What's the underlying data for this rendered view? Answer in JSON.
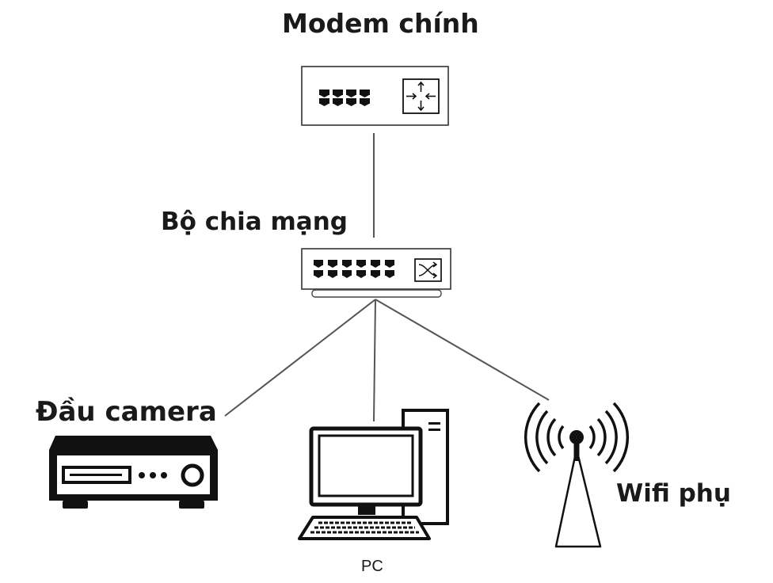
{
  "diagram": {
    "modem_label": "Modem chính",
    "switch_label": "Bộ chia mạng",
    "dvr_label": "Đầu camera",
    "pc_label": "PC",
    "wifi_label": "Wifi phụ"
  },
  "icons": {
    "modem": "router-icon",
    "switch": "network-switch-icon",
    "dvr": "dvr-recorder-icon",
    "pc": "desktop-computer-icon",
    "wifi": "wifi-antenna-icon"
  },
  "colors": {
    "line": "#1a1a1a",
    "text": "#1a1a1a",
    "background": "#ffffff"
  }
}
